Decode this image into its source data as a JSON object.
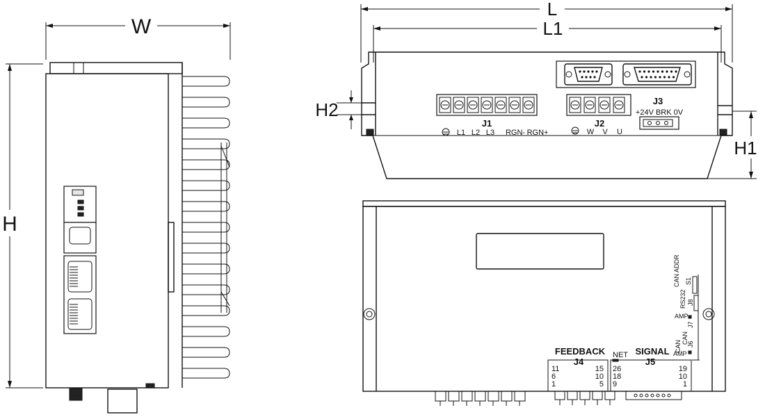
{
  "dimensions": {
    "width_label": "W",
    "height_label": "H",
    "length_label": "L",
    "length1_label": "L1",
    "h1_label": "H1",
    "h2_label": "H2"
  },
  "top_view": {
    "j1": {
      "title": "J1",
      "pins": [
        "L1",
        "L2",
        "L3",
        "RGN-",
        "RGN+"
      ]
    },
    "j2": {
      "title": "J2",
      "pins": [
        "W",
        "V",
        "U"
      ]
    },
    "j3": {
      "title": "J3",
      "pins_label": "+24V  BRK  0V"
    }
  },
  "front_view": {
    "j4": {
      "title": "J4",
      "heading": "FEEDBACK",
      "col_left": [
        "11",
        "6",
        "1"
      ],
      "col_right": [
        "15",
        "10",
        "5"
      ]
    },
    "j5": {
      "title": "J5",
      "heading": "SIGNAL",
      "net_label": "NET",
      "col_left": [
        "26",
        "18",
        "9"
      ],
      "col_right": [
        "19",
        "10",
        "1"
      ]
    },
    "side_labels": {
      "s1": "S1",
      "can_addr": "CAN ADDR",
      "j8": "J8",
      "rs232": "RS232",
      "j7": "J7",
      "amp1": "AMP",
      "j6": "J6",
      "can": "CAN",
      "amp2": "AMP",
      "can2": "CAN"
    }
  }
}
